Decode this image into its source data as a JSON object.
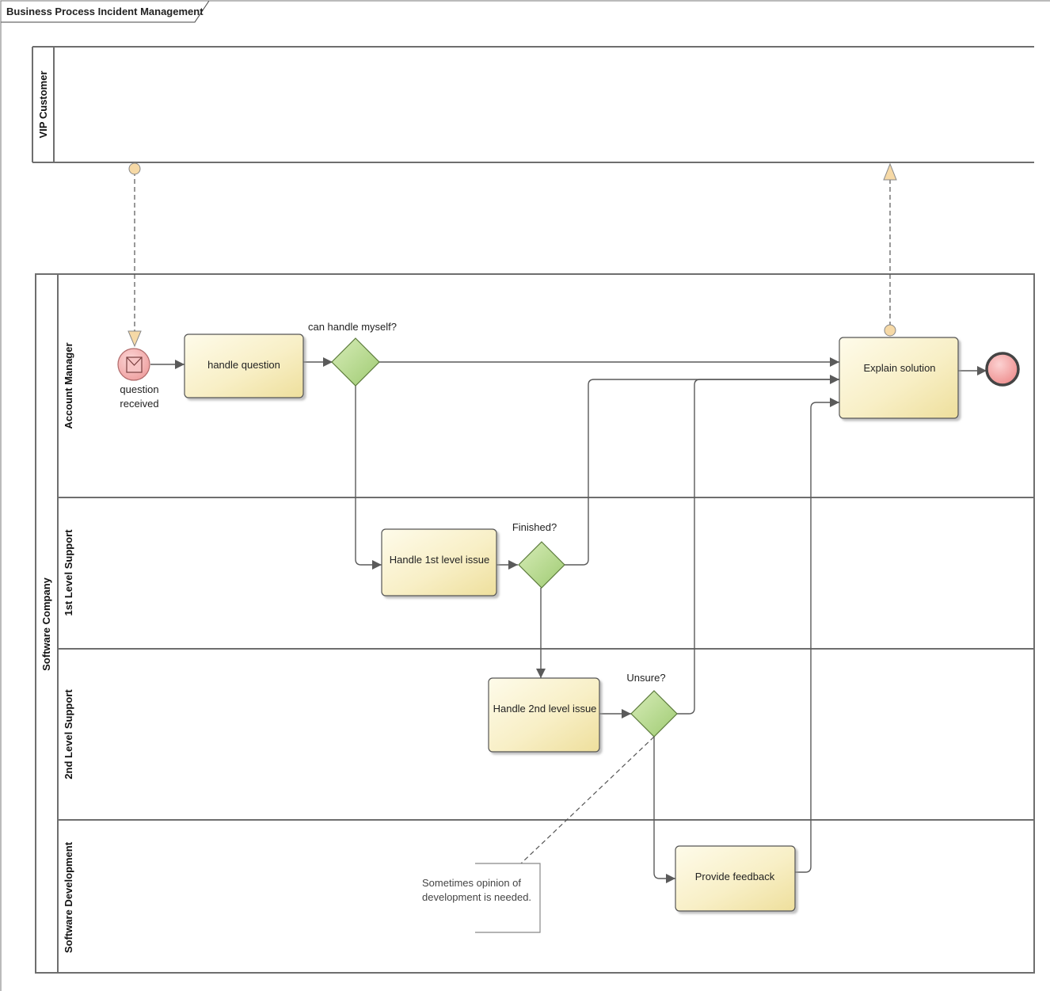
{
  "frame": {
    "title": "Business Process Incident Management"
  },
  "pools": {
    "vip": {
      "label": "VIP Customer"
    },
    "company": {
      "label": "Software Company"
    }
  },
  "lanes": {
    "account_manager": "Account Manager",
    "first_level": "1st Level Support",
    "second_level": "2nd Level Support",
    "dev": "Software Development"
  },
  "events": {
    "start": {
      "label_line1": "question",
      "label_line2": "received"
    }
  },
  "tasks": {
    "handle_question": "handle question",
    "explain_solution": "Explain solution",
    "handle_1st": "Handle 1st level issue",
    "handle_2nd": "Handle 2nd level issue",
    "provide_feedback": "Provide feedback"
  },
  "gateways": {
    "can_handle": "can handle myself?",
    "finished": "Finished?",
    "unsure": "Unsure?"
  },
  "annotation": {
    "line1": "Sometimes opinion of",
    "line2": "development is needed."
  },
  "colors": {
    "task_fill_start": "#fdf9e6",
    "task_fill_end": "#f1e4a6",
    "gateway": "#b5d88d",
    "start_event": "#f4b3b3",
    "end_event": "#f4a6a6",
    "message_marker": "#f6d9a6"
  }
}
